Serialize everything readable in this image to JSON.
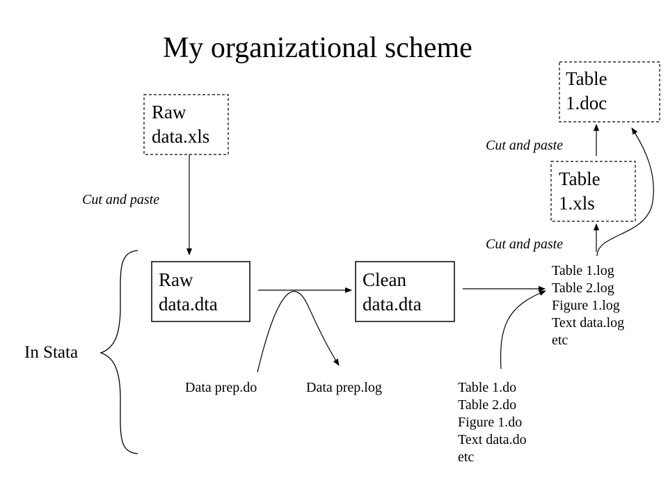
{
  "title": "My organizational scheme",
  "boxes": {
    "raw_xls": "Raw\ndata.xls",
    "raw_dta": "Raw\ndata.dta",
    "clean_dta": "Clean\ndata.dta",
    "table_xls": "Table\n1.xls",
    "table_doc": "Table\n1.doc"
  },
  "edge_labels": {
    "cut_paste_raw": "Cut and paste",
    "cut_paste_xls": "Cut and paste",
    "cut_paste_doc": "Cut and paste"
  },
  "files": {
    "data_prep_do": "Data prep.do",
    "data_prep_log": "Data prep.log",
    "do_files": "Table 1.do\nTable 2.do\nFigure 1.do\nText data.do\netc",
    "log_files": "Table 1.log\nTable 2.log\nFigure 1.log\nText data.log\netc"
  },
  "in_stata": "In Stata"
}
